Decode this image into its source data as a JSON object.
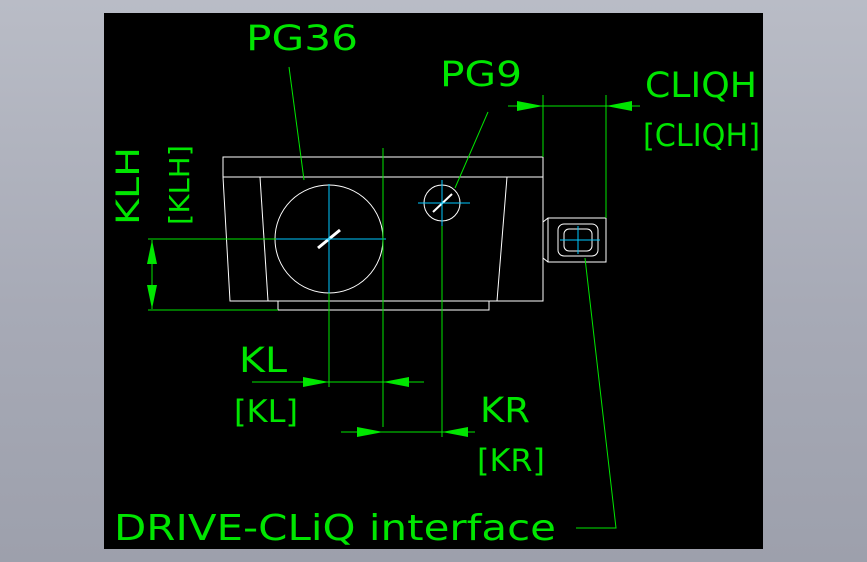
{
  "colors": {
    "background_outer": "#a7aab6",
    "viewport": "#000000",
    "annotation": "#00e600",
    "geometry": "#ffffff",
    "centerline": "#00c8ff"
  },
  "labels": {
    "pg36": "PG36",
    "pg9": "PG9",
    "cliqh": "CLIQH",
    "cliqh_bracket": "[CLIQH]",
    "klh": "KLH",
    "klh_bracket": "[KLH]",
    "kl": "KL",
    "kl_bracket": "[KL]",
    "kr": "KR",
    "kr_bracket": "[KR]",
    "interface": "DRIVE-CLiQ interface"
  }
}
